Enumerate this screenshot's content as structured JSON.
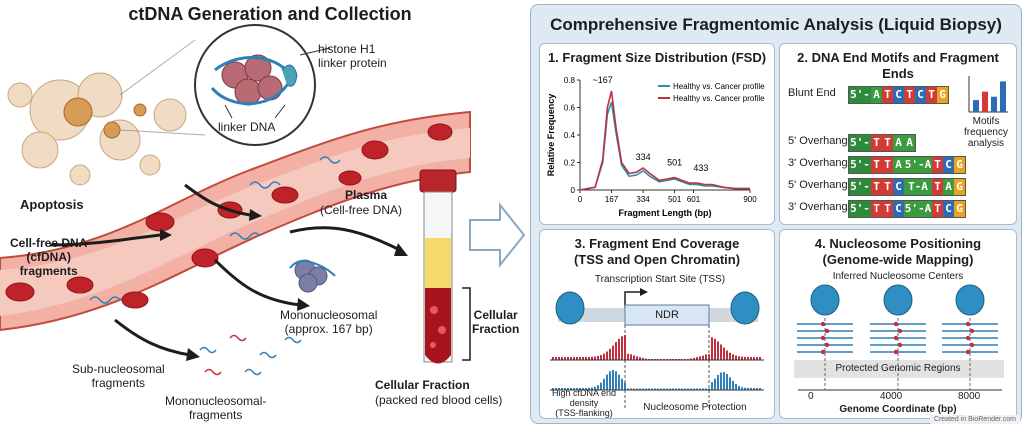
{
  "left": {
    "title": "ctDNA Generation and Collection",
    "histone_label": "histone H1\nlinker protein",
    "linker_label": "linker DNA",
    "apoptosis": "Apoptosis",
    "cfdna_label": "Cell-free DNA\n(cfDNA)\nfragments",
    "plasma_title": "Plasma",
    "plasma_sub": "(Cell-free DNA)",
    "mono_label": "Mononucleosomal\n(approx. 167 bp)",
    "sub_nuc": "Sub-nucleosomal\nfragments",
    "mono_frag": "Mononucleosomal-\nfragments",
    "cellular_fraction": "Cellular\nFraction",
    "cellular_title": "Cellular Fraction",
    "cellular_sub": "(packed red blood cells)"
  },
  "right": {
    "title": "Comprehensive Fragmentomic Analysis (Liquid Biopsy)",
    "fsd": {
      "title": "1. Fragment Size Distribution (FSD)",
      "peak_label": "~167"
    },
    "motifs": {
      "title": "2. DNA End Motifs and Fragment Ends",
      "rows": [
        {
          "label": "Blunt End",
          "prefix": "5'-",
          "bases": [
            "A",
            "T",
            "C",
            "T",
            "C",
            "T",
            "G"
          ]
        },
        {
          "label": "5' Overhang",
          "prefix": "5'-",
          "bases": [
            "T",
            "T",
            "A",
            "A"
          ]
        },
        {
          "label": "3' Overhang",
          "prefix": "5'-",
          "bases": [
            "T",
            "T",
            "A",
            "5'-A",
            "T",
            "C",
            "G"
          ]
        },
        {
          "label": "5' Overhang",
          "prefix": "5'-",
          "bases": [
            "T",
            "T",
            "C",
            "T-A",
            "T",
            "A",
            "G"
          ]
        },
        {
          "label": "3' Overhang",
          "prefix": "5'-",
          "bases": [
            "T",
            "T",
            "C",
            "5'-A",
            "T",
            "C",
            "G"
          ]
        }
      ],
      "freq_label": "Motifs\nfrequency\nanalysis",
      "freq_values": [
        0.35,
        0.6,
        0.45,
        0.9
      ],
      "freq_colors": [
        "#2f6bb5",
        "#d23a36",
        "#2f6bb5",
        "#2f6bb5"
      ]
    },
    "coverage": {
      "title": "3. Fragment End Coverage\n(TSS and Open Chromatin)",
      "tss_label": "Transcription Start Site (TSS)",
      "ndr": "NDR",
      "high_label": "High cfDNA end\ndensity\n(TSS-flanking)",
      "protection": "Nucleosome Protection"
    },
    "nucleosome": {
      "title": "4. Nucleosome Positioning\n(Genome-wide Mapping)",
      "centers_label": "Inferred Nucleosome Centers",
      "protected": "Protected Genomic Regions",
      "xlabel": "Genome Coordinate (bp)",
      "ticks": [
        "0",
        "4000",
        "8000"
      ]
    },
    "footer": "Created in BioRender.com"
  },
  "chart_data": {
    "type": "line",
    "title": "",
    "xlabel": "Fragment Length (bp)",
    "ylabel": "Relative Frequency",
    "xlim": [
      0,
      900
    ],
    "ylim": [
      0,
      0.8
    ],
    "x_ticks": [
      0,
      167,
      334,
      501,
      601,
      900
    ],
    "y_ticks": [
      0,
      0.2,
      0.4,
      0.6,
      0.8
    ],
    "peak_labels": [
      "334",
      "501",
      "433"
    ],
    "legend": "top-right",
    "series": [
      {
        "name": "Healthy vs. Cancer profile",
        "color": "#2c8fb0",
        "x": [
          0,
          80,
          120,
          145,
          167,
          190,
          220,
          260,
          300,
          334,
          370,
          420,
          460,
          501,
          540,
          580,
          620,
          660,
          700,
          760,
          820,
          900
        ],
        "y": [
          0.0,
          0.02,
          0.2,
          0.55,
          0.64,
          0.42,
          0.18,
          0.1,
          0.11,
          0.14,
          0.1,
          0.06,
          0.07,
          0.08,
          0.06,
          0.04,
          0.04,
          0.03,
          0.03,
          0.02,
          0.01,
          0.01
        ]
      },
      {
        "name": "Healthy vs. Cancer profile",
        "color": "#c0303e",
        "x": [
          0,
          80,
          120,
          145,
          167,
          190,
          220,
          260,
          300,
          334,
          370,
          420,
          460,
          501,
          540,
          580,
          620,
          660,
          700,
          760,
          820,
          900
        ],
        "y": [
          0.0,
          0.02,
          0.22,
          0.6,
          0.72,
          0.46,
          0.2,
          0.12,
          0.13,
          0.16,
          0.12,
          0.07,
          0.08,
          0.09,
          0.07,
          0.05,
          0.05,
          0.04,
          0.04,
          0.02,
          0.01,
          0.01
        ]
      }
    ]
  }
}
